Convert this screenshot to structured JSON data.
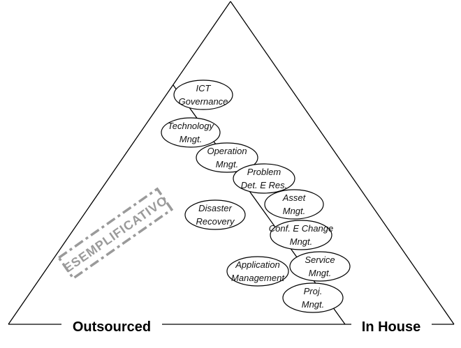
{
  "labels": {
    "left": "Outsourced",
    "right": "In House"
  },
  "stamp": "ESEMPLIFICATIVO",
  "nodes": [
    {
      "id": "ict",
      "line1": "ICT",
      "line2": "Governance"
    },
    {
      "id": "tech",
      "line1": "Technology",
      "line2": "Mngt."
    },
    {
      "id": "oper",
      "line1": "Operation",
      "line2": "Mngt."
    },
    {
      "id": "prob",
      "line1": "Problem",
      "line2": "Det. E Res."
    },
    {
      "id": "asset",
      "line1": "Asset",
      "line2": "Mngt."
    },
    {
      "id": "disaster",
      "line1": "Disaster",
      "line2": "Recovery"
    },
    {
      "id": "conf",
      "line1": "Conf. E Change",
      "line2": "Mngt."
    },
    {
      "id": "service",
      "line1": "Service",
      "line2": "Mngt."
    },
    {
      "id": "app",
      "line1": "Application",
      "line2": "Management"
    },
    {
      "id": "proj",
      "line1": "Proj.",
      "line2": "Mngt."
    }
  ],
  "colors": {
    "line": "#000000",
    "stamp": "#9a9a9a"
  }
}
